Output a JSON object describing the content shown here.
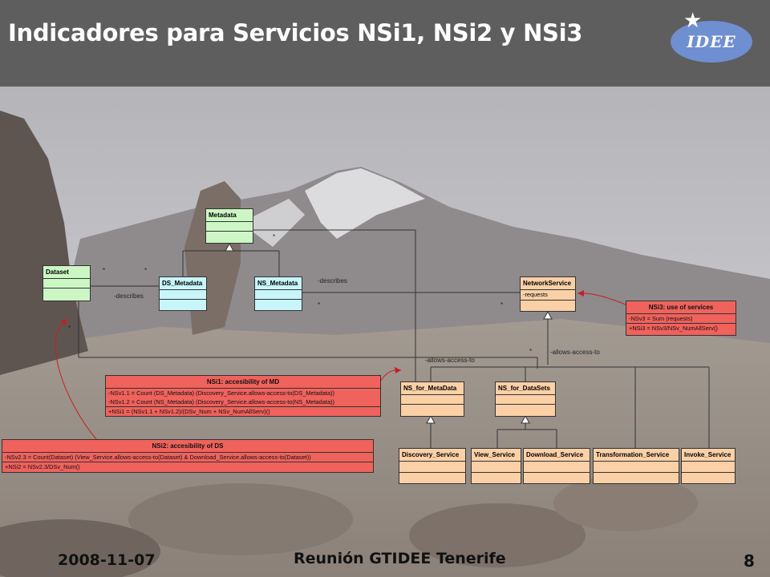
{
  "slide": {
    "title": "Indicadores para Servicios NSi1, NSi2 y NSi3",
    "logo_text": "IDEE",
    "footer_date": "2008-11-07",
    "footer_center": "Reunión GTIDEE Tenerife",
    "page_number": "8"
  },
  "diagram": {
    "classes": {
      "metadata": {
        "name": "Metadata"
      },
      "dataset": {
        "name": "Dataset"
      },
      "ds_metadata": {
        "name": "DS_Metadata"
      },
      "ns_metadata": {
        "name": "NS_Metadata"
      },
      "network_service": {
        "name": "NetworkService",
        "attribute": "-requests"
      },
      "ns_for_metadata": {
        "name": "NS_for_MetaData"
      },
      "ns_for_datasets": {
        "name": "NS_for_DataSets"
      },
      "discovery_service": {
        "name": "Discovery_Service"
      },
      "view_service": {
        "name": "View_Service"
      },
      "download_service": {
        "name": "Download_Service"
      },
      "transformation_service": {
        "name": "Transformation_Service"
      },
      "invoke_service": {
        "name": "Invoke_Service"
      }
    },
    "indicators": {
      "nsi1": {
        "name": "NSi1: accesibility of MD",
        "attributes": [
          "-NSv1.1 = Count (DS_Metadata) (Discovery_Service.allows-access-to(DS_Metadata))",
          "-NSv1.2 = Count (NS_Metadata) (Discovery_Service.allows-access-to(NS_Metadata))"
        ],
        "operations": [
          "+NSi1 = (NSv1.1 + NSv1.2)/(DSv_Num + NSv_NumAllServ)()"
        ]
      },
      "nsi2": {
        "name": "NSi2: accesibility of DS",
        "attributes": [
          "-NSv2.3 = Count(Dataset) (View_Service.allows-access-to(Dataset) & Download_Service.allows-access-to(Dataset))"
        ],
        "operations": [
          "+NSi2 = NSv2.3/DSv_Num()"
        ]
      },
      "nsi3": {
        "name": "NSi3: use of services",
        "attributes": [
          "-NSv3 = Sum (requests)"
        ],
        "operations": [
          "+NSi3 = NSv3/NSv_NumAllServ()"
        ]
      }
    },
    "labels": {
      "describes_left": "-describes",
      "describes_right": "-describes",
      "allows_access_left": "-allows-access-to",
      "allows_access_right": "-allows-access-to",
      "multiplicity": "*"
    }
  }
}
